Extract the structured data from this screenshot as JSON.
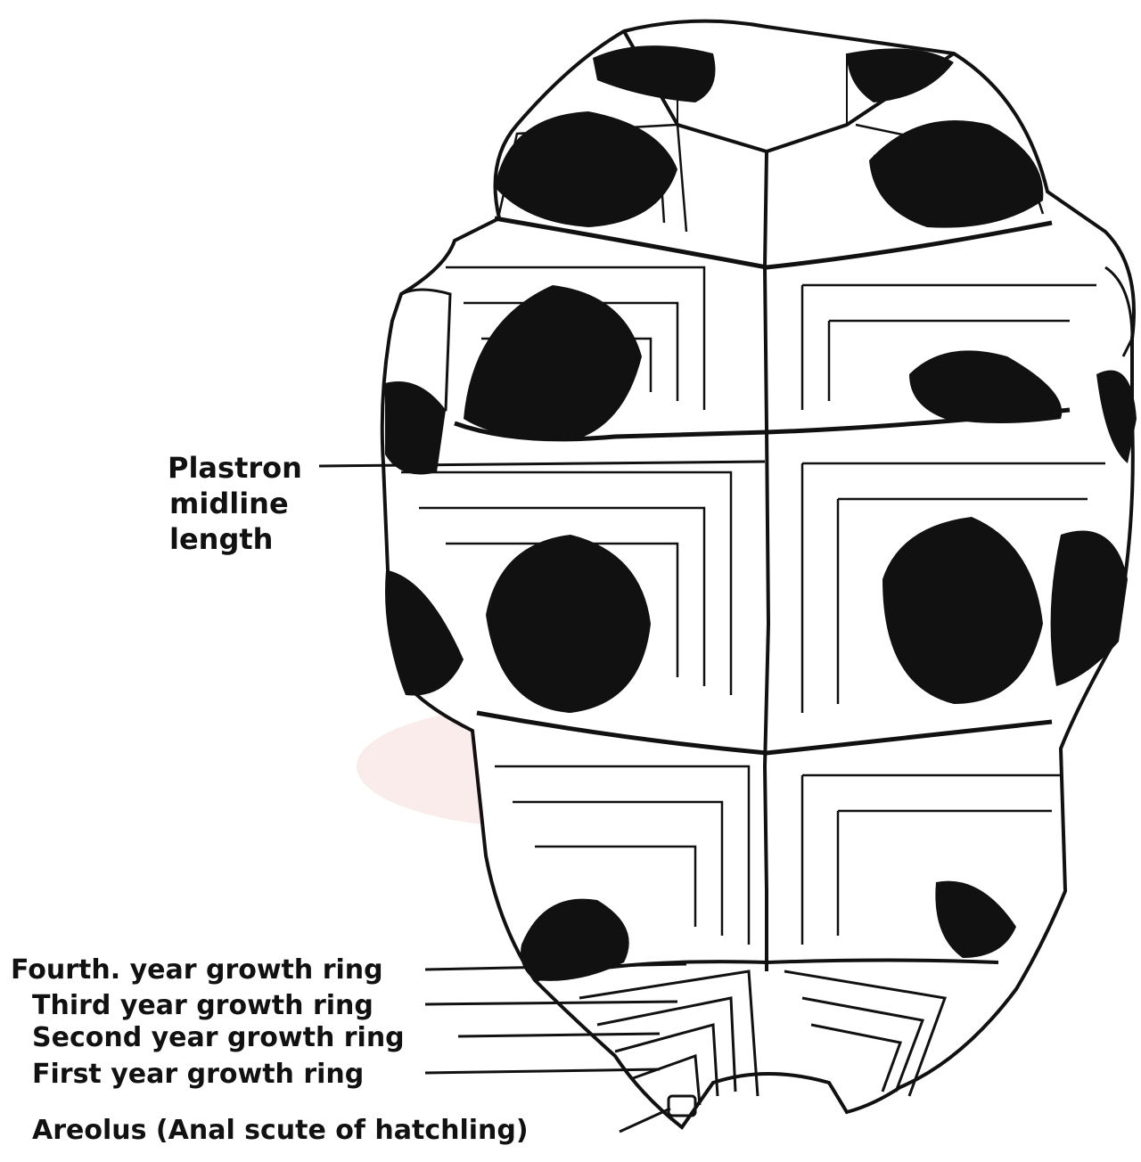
{
  "labels": {
    "plastron_line1": "Plastron",
    "plastron_line2": "midline",
    "plastron_line3": "length",
    "fourth_ring": "Fourth. year growth ring",
    "third_ring": "Third year growth ring",
    "second_ring": "Second year growth ring",
    "first_ring": "First year growth ring",
    "areolus": "Areolus (Anal scute of hatchling)"
  },
  "colors": {
    "ink": "#111111",
    "paper": "#ffffff",
    "watermark": "#f2d9b5"
  }
}
